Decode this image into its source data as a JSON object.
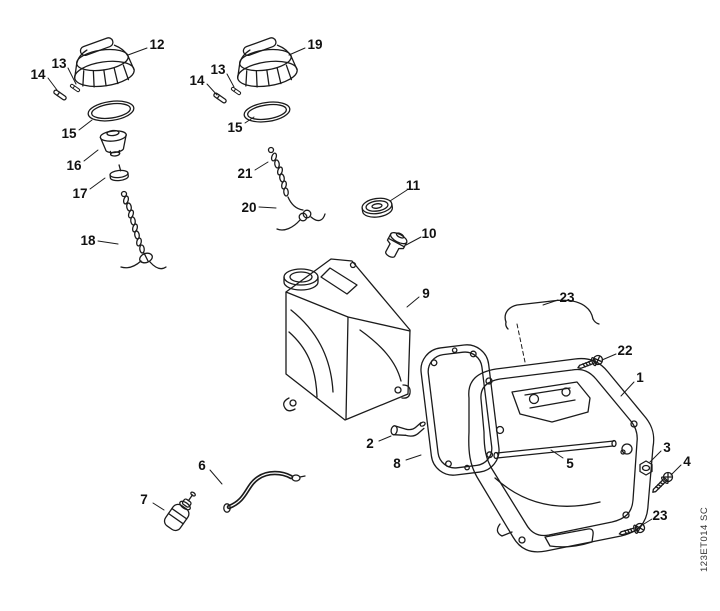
{
  "diagram": {
    "type": "exploded-parts-diagram",
    "background": "#ffffff",
    "line_color": "#1b1b1b",
    "watermark": "123ET014 SC",
    "callouts": {
      "c12": "12",
      "c13a": "13",
      "c14a": "14",
      "c15a": "15",
      "c16": "16",
      "c17": "17",
      "c18": "18",
      "c19": "19",
      "c13b": "13",
      "c14b": "14",
      "c15b": "15",
      "c21": "21",
      "c20": "20",
      "c11": "11",
      "c10": "10",
      "c9": "9",
      "c23a": "23",
      "c22": "22",
      "c1": "1",
      "c2": "2",
      "c8": "8",
      "c5": "5",
      "c3": "3",
      "c4": "4",
      "c23b": "23",
      "c6": "6",
      "c7": "7"
    }
  }
}
